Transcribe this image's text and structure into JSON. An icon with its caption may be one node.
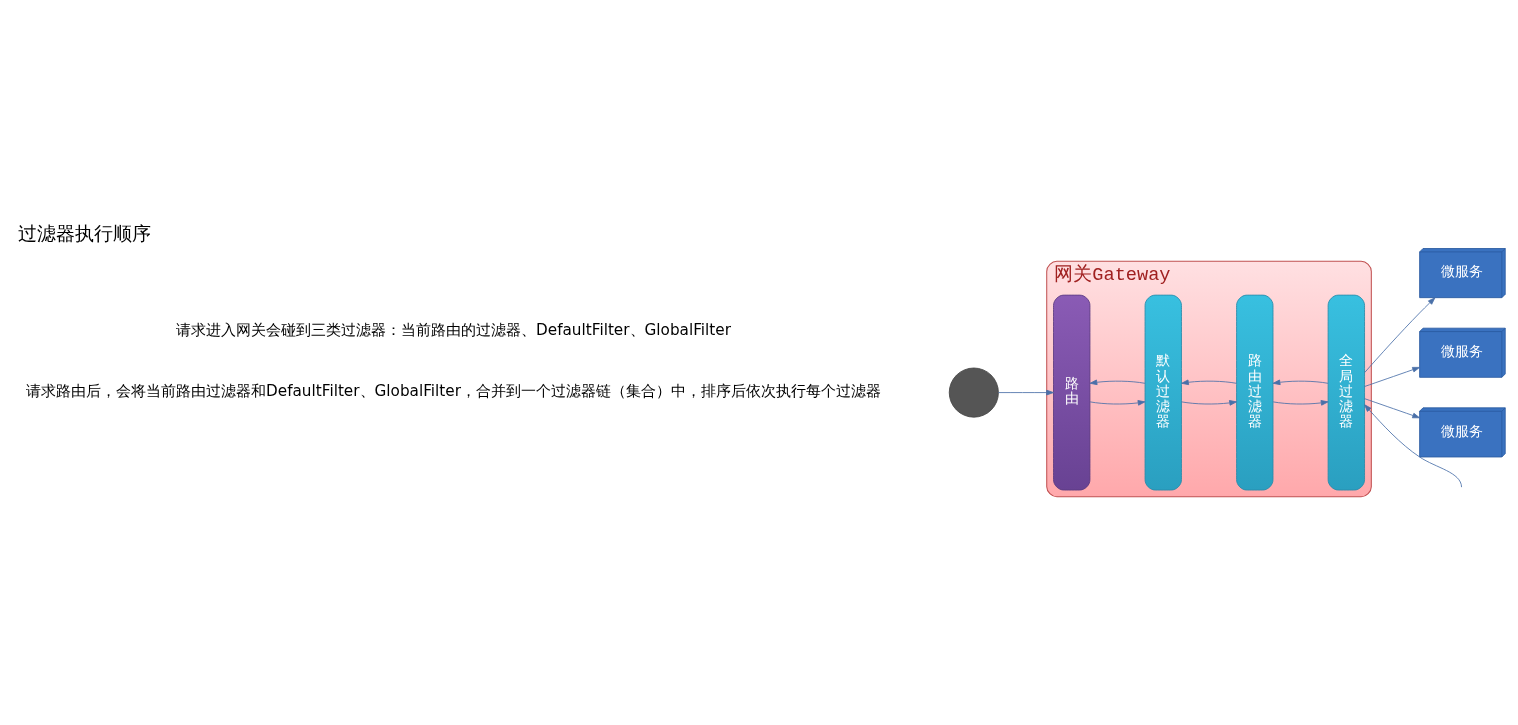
{
  "diagram": {
    "title": "过滤器执行顺序",
    "nodes": [
      {
        "text": [],
        "shape": "person"
      },
      {
        "text": [
          "网关Gateway"
        ]
      },
      {
        "text": [
          "路由"
        ],
        "in": 1
      },
      {
        "text": [
          "默认过滤器"
        ],
        "in": 1
      },
      {
        "text": [
          "路由过滤器"
        ],
        "in": 1
      },
      {
        "text": [
          "全局过滤器"
        ],
        "in": 1
      },
      {
        "text": [
          "微服务"
        ]
      },
      {
        "text": [
          "微服务"
        ]
      },
      {
        "text": [
          "微服务"
        ]
      }
    ],
    "edges": [
      {
        "from": 0,
        "to": 2,
        "arrow": "to"
      },
      {
        "from": 3,
        "to": 2,
        "arrow": "to"
      },
      {
        "from": 2,
        "to": 3,
        "arrow": "to"
      },
      {
        "from": 4,
        "to": 3,
        "arrow": "to"
      },
      {
        "from": 3,
        "to": 4,
        "arrow": "to"
      },
      {
        "from": 5,
        "to": 4,
        "arrow": "to"
      },
      {
        "from": 4,
        "to": 5,
        "arrow": "to"
      },
      {
        "from": null,
        "to": 5,
        "arrow": "to"
      },
      {
        "from": 5,
        "to": 6,
        "arrow": "to"
      },
      {
        "from": 5,
        "to": 7,
        "arrow": "to"
      },
      {
        "from": 5,
        "to": 8,
        "arrow": "to"
      }
    ],
    "labels": [
      "请求进入网关会碰到三类过滤器：当前路由的过滤器、DefaultFilter、GlobalFilter",
      "请求路由后，会将当前路由过滤器和DefaultFilter、GlobalFilter，合并到一个过滤器链（集合）中，排序后依次执行每个过滤器"
    ]
  }
}
